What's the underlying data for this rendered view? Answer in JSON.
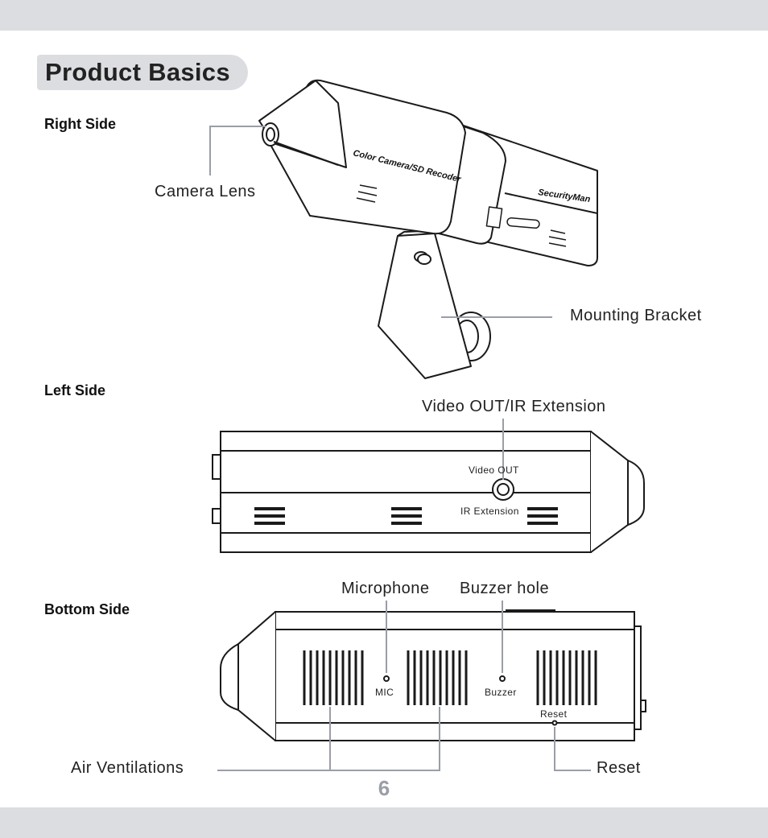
{
  "page": {
    "title": "Product Basics",
    "page_number": "6"
  },
  "sections": {
    "right_side": "Right Side",
    "left_side": "Left Side",
    "bottom_side": "Bottom Side"
  },
  "callouts": {
    "camera_lens": "Camera Lens",
    "mounting_bracket": "Mounting Bracket",
    "video_out_ir": "Video OUT/IR Extension",
    "microphone": "Microphone",
    "buzzer_hole": "Buzzer hole",
    "air_ventilations": "Air Ventilations",
    "reset": "Reset"
  },
  "device_text": {
    "body_label": "Color Camera/SD Recoder",
    "brand": "SecurityMan",
    "video_out": "Video OUT",
    "ir_extension": "IR Extension",
    "mic": "MIC",
    "buzzer": "Buzzer",
    "reset_small": "Reset"
  },
  "colors": {
    "band": "#dcdde0",
    "leader_line": "#9a9ea6",
    "outline": "#1a1a1a"
  }
}
